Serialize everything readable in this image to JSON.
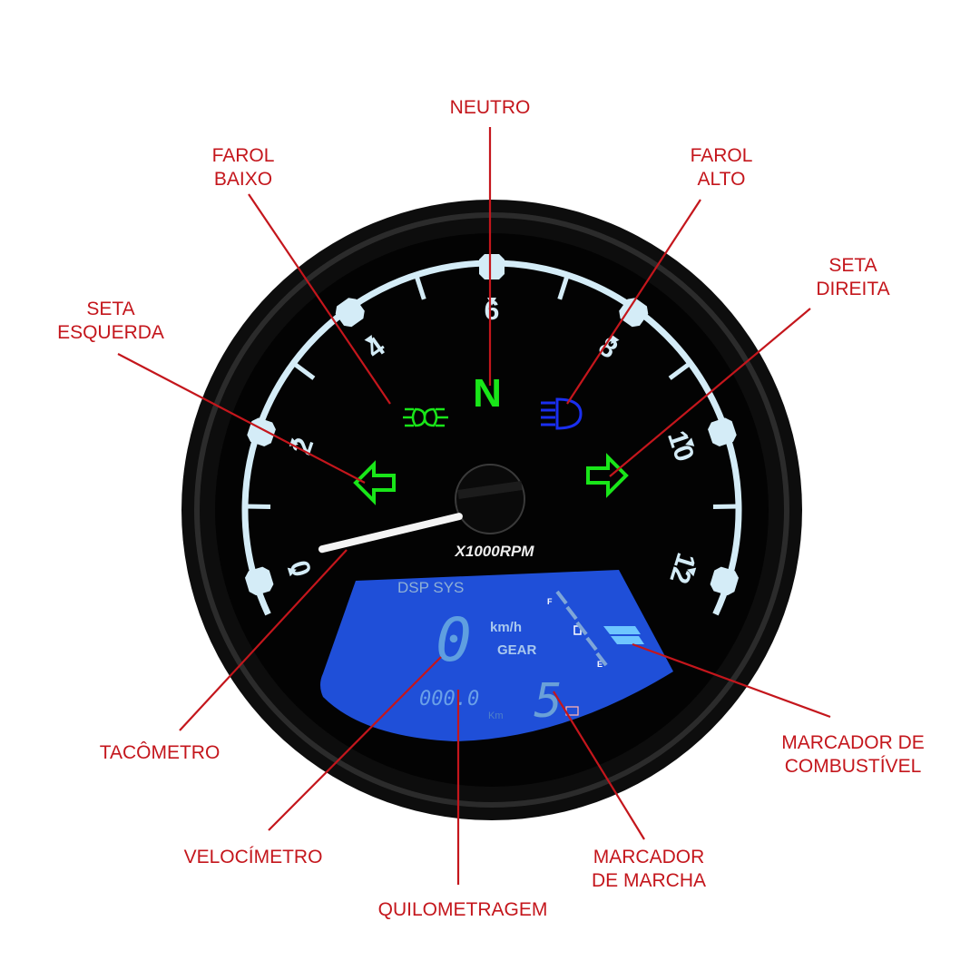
{
  "labels": {
    "neutro": [
      "NEUTRO"
    ],
    "farol_baixo": [
      "FAROL",
      "BAIXO"
    ],
    "farol_alto": [
      "FAROL",
      "ALTO"
    ],
    "seta_direita": [
      "SETA",
      "DIREITA"
    ],
    "seta_esquerda": [
      "SETA",
      "ESQUERDA"
    ],
    "tacometro": [
      "TACÔMETRO"
    ],
    "velocimetro": [
      "VELOCÍMETRO"
    ],
    "quilometragem": [
      "QUILOMETRAGEM"
    ],
    "marcador_marcha": [
      "MARCADOR",
      "DE MARCHA"
    ],
    "marcador_combustivel": [
      "MARCADOR DE",
      "COMBUSTÍVEL"
    ]
  },
  "gauge": {
    "scale_numbers": [
      "0",
      "2",
      "4",
      "6",
      "8",
      "10",
      "12"
    ],
    "scale_max": 12,
    "rpm_value": 0,
    "unit_label": "X1000RPM",
    "neutral_indicator": "N",
    "lcd": {
      "title": "DSP SYS",
      "speed": "0",
      "speed_unit": "km/h",
      "gear_label": "GEAR",
      "gear": "5",
      "odometer": "000.0",
      "odometer_unit": "Km",
      "fuel_full": "F",
      "fuel_empty": "E",
      "fuel_level_fraction": 0.4
    }
  },
  "colors": {
    "label_red": "#c4161c",
    "indicator_green": "#19e619",
    "indicator_blue": "#1a2ff0",
    "lcd_blue": "#1f4fd8",
    "scale_white": "#d4ecf7"
  }
}
